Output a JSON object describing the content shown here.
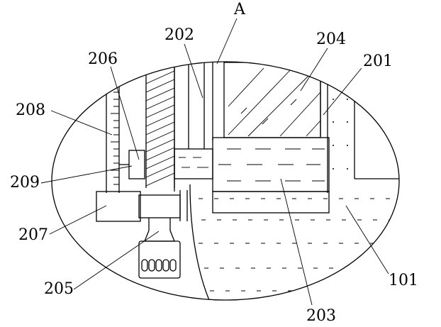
{
  "labels": {
    "a": "A",
    "l202": "202",
    "l204": "204",
    "l206": "206",
    "l201": "201",
    "l208": "208",
    "l209": "209",
    "l207": "207",
    "l205": "205",
    "l101": "101",
    "l203": "203"
  },
  "colors": {
    "stroke": "#000000",
    "background": "#ffffff"
  }
}
